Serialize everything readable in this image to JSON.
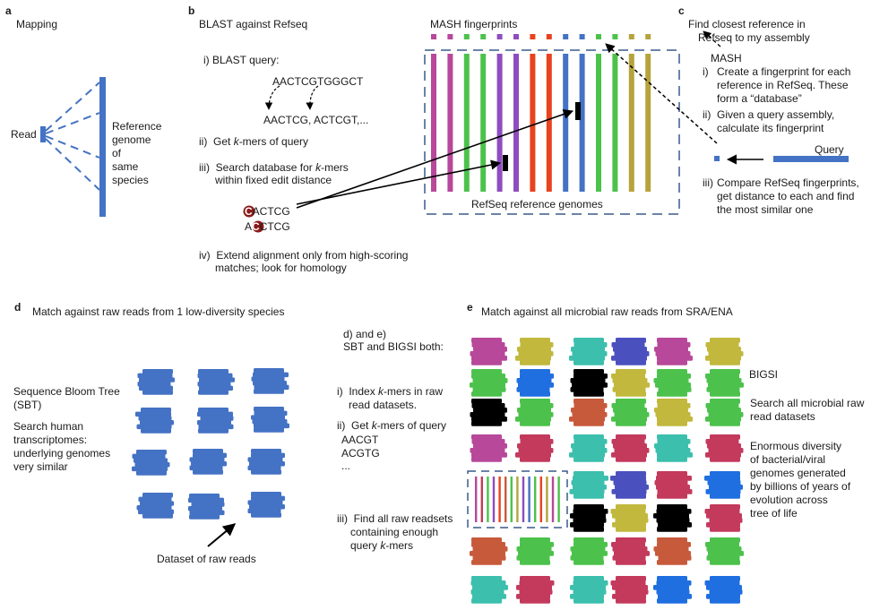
{
  "panel_a": {
    "letter": "a",
    "title": "Mapping",
    "read_label": "Read",
    "reference_lines": [
      "Reference",
      "genome",
      "of",
      "same",
      "species"
    ]
  },
  "panel_b": {
    "letter": "b",
    "title": "BLAST against Refseq",
    "step1": "i)  BLAST query:",
    "query": "AACTCGTGGGCT",
    "kmers": "AACTCG, ACTCGT,...",
    "step2_num": "ii)",
    "step2_pre": "Get ",
    "step2_k": "k",
    "step2_post": "-mers of query",
    "step3_num": "iii)",
    "step3_line1_pre": "Search database for ",
    "step3_line1_k": "k",
    "step3_line1_post": "-mers",
    "step3_line2": "within fixed edit distance",
    "variant1_mark": "C",
    "variant1_rest": "ACTCG",
    "variant2_pre": "A",
    "variant2_mark": "C",
    "variant2_rest": "CTCG",
    "step4_num": "iv)",
    "step4_line1": "Extend alignment only from high-scoring",
    "step4_line2": "matches; look for homology",
    "mash_label": "MASH fingerprints",
    "refseq_label": "RefSeq reference genomes"
  },
  "panel_c": {
    "letter": "c",
    "title_line1": "Find closest reference in",
    "title_line2": "Refseq to my assembly",
    "subtitle": "MASH",
    "step1_num": "i)",
    "step1_lines": [
      "Create a fingerprint for each",
      "reference in RefSeq. These",
      "form a “database”"
    ],
    "step2_num": "ii)",
    "step2_lines": [
      "Given a query assembly,",
      "calculate its fingerprint"
    ],
    "query_label": "Query",
    "step3_num": "iii)",
    "step3_lines": [
      "Compare RefSeq fingerprints,",
      "get distance to each and find",
      "the most similar one"
    ]
  },
  "panel_d": {
    "letter": "d",
    "title": "Match against raw reads from 1 low-diversity species",
    "sbt_lines": [
      "Sequence Bloom Tree",
      "(SBT)"
    ],
    "desc_lines": [
      "Search human",
      "transcriptomes:",
      "underlying genomes",
      "very similar"
    ],
    "dataset_label": "Dataset of raw reads"
  },
  "panel_de": {
    "heading_line1": "d) and e)",
    "heading_line2": "SBT and BIGSI both:",
    "step1_num": "i)",
    "step1_pre": "Index ",
    "step1_k": "k",
    "step1_post": "-mers in raw",
    "step1_line2": "read datasets.",
    "step2_num": "ii)",
    "step2_pre": "Get ",
    "step2_k": "k",
    "step2_post": "-mers of query",
    "kmers": [
      "AACGT",
      "ACGTG",
      "..."
    ],
    "step3_num": "iii)",
    "step3_line1": "Find all raw readsets",
    "step3_line2": "containing enough",
    "step3_line3_pre": "query ",
    "step3_line3_k": "k",
    "step3_line3_post": "-mers"
  },
  "panel_e": {
    "letter": "e",
    "title": "Match against all microbial raw reads from SRA/ENA",
    "bigsi": "BIGSI",
    "search_lines": [
      "Search all microbial raw",
      "read datasets"
    ],
    "diversity_lines": [
      "Enormous diversity",
      "of bacterial/viral",
      "genomes generated",
      "by billions of years of",
      "evolution across",
      "tree of life"
    ]
  },
  "colors": {
    "blue": "#4472c4",
    "magenta": "#b8489a",
    "green": "#4cc24c",
    "purple": "#8e4dbf",
    "red_orange": "#e8421e",
    "olive": "#b5a33c",
    "teal": "#3cbfad",
    "olive_yellow": "#c1b83d",
    "crimson": "#c33a5c",
    "rust": "#c85a3c",
    "indigo": "#4b50bf",
    "sky_blue": "#1f6fe0",
    "black": "#000000",
    "mark_red": "#8b1a1a"
  },
  "icons": [
    "arrow-icon",
    "dashed-arrow-icon",
    "blob-icon",
    "fingerprint-bar-icon"
  ]
}
